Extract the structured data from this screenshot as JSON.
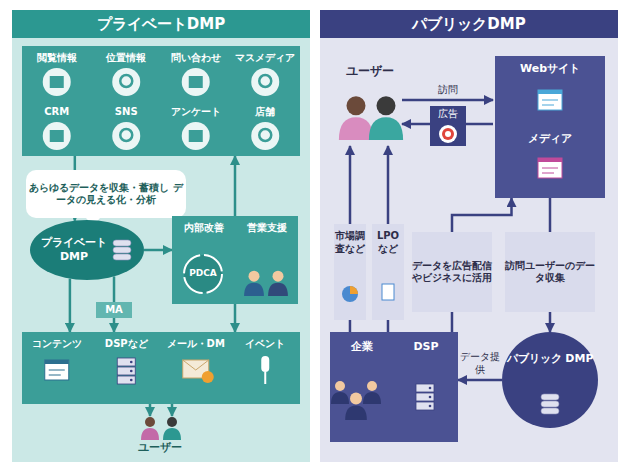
{
  "diagram": {
    "nodes": [
      {
        "text": [
          "プライベートDMP"
        ]
      },
      {
        "text": [
          "閲覧情報",
          "位置情報",
          "問い合わせ",
          "マスメディア",
          "CRM",
          "SNS",
          "アンケート",
          "店舗"
        ],
        "in": 0
      },
      {
        "text": [
          "あらゆるデータを収集・蓄積し データの見える化・分析"
        ],
        "in": 0
      },
      {
        "text": [
          "プライベート DMP"
        ],
        "in": 0
      },
      {
        "text": [
          "内部改善",
          "営業支援",
          "PDCA"
        ],
        "in": 0
      },
      {
        "text": [
          "MA"
        ],
        "in": 0
      },
      {
        "text": [
          "コンテンツ",
          "DSPなど",
          "メール・DM",
          "イベント"
        ],
        "in": 0
      },
      {
        "text": [
          "パブリックDMP"
        ]
      },
      {
        "text": [
          "Webサイト",
          "メディア"
        ],
        "in": 7
      },
      {
        "text": [
          "市場調査など"
        ],
        "in": 7
      },
      {
        "text": [
          "LPOなど"
        ],
        "in": 7
      },
      {
        "text": [
          "データを広告配信やビジネスに活用"
        ],
        "in": 7
      },
      {
        "text": [
          "訪問ユーザーのデータ収集"
        ],
        "in": 7
      },
      {
        "text": [
          "企業",
          "DSP"
        ],
        "in": 7
      },
      {
        "text": [
          "パブリック DMP"
        ],
        "in": 7
      }
    ],
    "edges": [
      {
        "from": 1,
        "to": 3,
        "arrow": "to"
      },
      {
        "from": 3,
        "to": 4,
        "arrow": "to"
      },
      {
        "from": 4,
        "to": 1,
        "arrow": "to"
      },
      {
        "from": 4,
        "to": 6,
        "arrow": "to"
      },
      {
        "from": 3,
        "to": 5,
        "arrow": "none"
      },
      {
        "from": 5,
        "to": 6,
        "arrow": "to"
      },
      {
        "from": 3,
        "to": 6,
        "arrow": "to"
      },
      {
        "from": 8,
        "to": 12,
        "arrow": "none"
      },
      {
        "from": 12,
        "to": 14,
        "arrow": "to"
      },
      {
        "from": 14,
        "to": 13,
        "label": "データ提供",
        "arrow": "to"
      },
      {
        "from": 13,
        "to": 9,
        "arrow": "none"
      },
      {
        "from": 13,
        "to": 10,
        "arrow": "none"
      },
      {
        "from": 13,
        "to": 11,
        "arrow": "none"
      },
      {
        "from": 11,
        "to": 8,
        "arrow": "to"
      }
    ],
    "labels": [
      "ユーザー",
      "ユーザー",
      "訪問",
      "広告"
    ]
  }
}
